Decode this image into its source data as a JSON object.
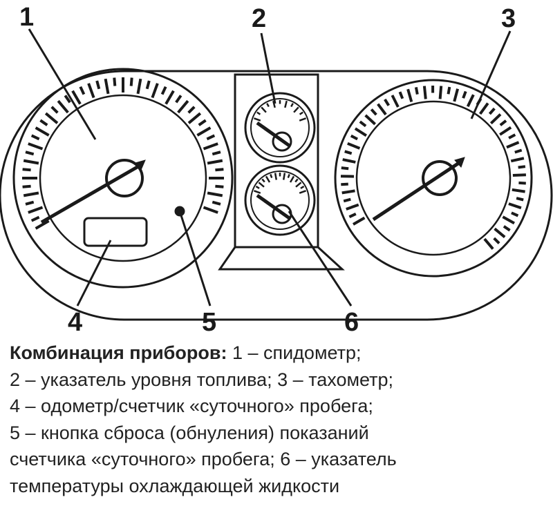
{
  "callouts": {
    "speedometer": "1",
    "fuel_gauge": "2",
    "tachometer": "3",
    "odometer": "4",
    "reset_button": "5",
    "temp_gauge": "6"
  },
  "caption": {
    "title": "Комбинация приборов:",
    "line1_rest": " 1 – спидометр;",
    "line2": "2 – указатель уровня топлива; 3 – тахометр;",
    "line3": "4 – одометр/счетчик «суточного» пробега;",
    "line4": "5 – кнопка сброса (обнуления) показаний",
    "line5": "счетчика «суточного» пробега; 6 – указатель",
    "line6": "температуры охлаждающей жидкости"
  },
  "colors": {
    "ink": "#1a1a1a",
    "paper": "#ffffff"
  }
}
